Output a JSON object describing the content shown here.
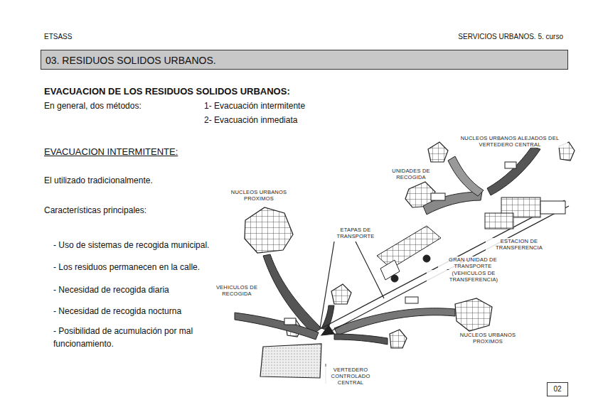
{
  "diagram": {
    "title": "03. RESIDUOS SOLIDOS URBANOS.",
    "nodes": [
      {
        "text": [
          "02"
        ]
      }
    ],
    "labels": [
      "ETSASS",
      "SERVICIOS URBANOS. 5. curso",
      "EVACUACION DE LOS RESIDUOS SOLIDOS URBANOS:",
      "En general, dos métodos:",
      "1- Evacuación intermitente",
      "2- Evacuación inmediata",
      "EVACUACION INTERMITENTE:",
      "El utilizado tradicionalmente.",
      "Características principales:",
      "- Uso de sistemas de recogida municipal.",
      "- Los residuos permanecen en la calle.",
      "- Necesidad de recogida diaria",
      "- Necesidad de recogida nocturna",
      "- Posibilidad de acumulación por mal funcionamiento.",
      "NUCLEOS URBANOS ALEJADOS DEL VERTEDERO CENTRAL",
      "UNIDADES DE RECOGIDA",
      "NUCLEOS URBANOS PROXIMOS",
      "ETAPAS DE TRANSPORTE",
      "ESTACION DE TRANSFERENCIA",
      "GRAN UNIDAD DE TRANSPORTE",
      "(VEHICULOS DE TRANSFERENCIA)",
      "VEHICULOS DE RECOGIDA",
      "NUCLEOS URBANOS PROXIMOS",
      "VERTEDERO CONTROLADO CENTRAL"
    ]
  }
}
